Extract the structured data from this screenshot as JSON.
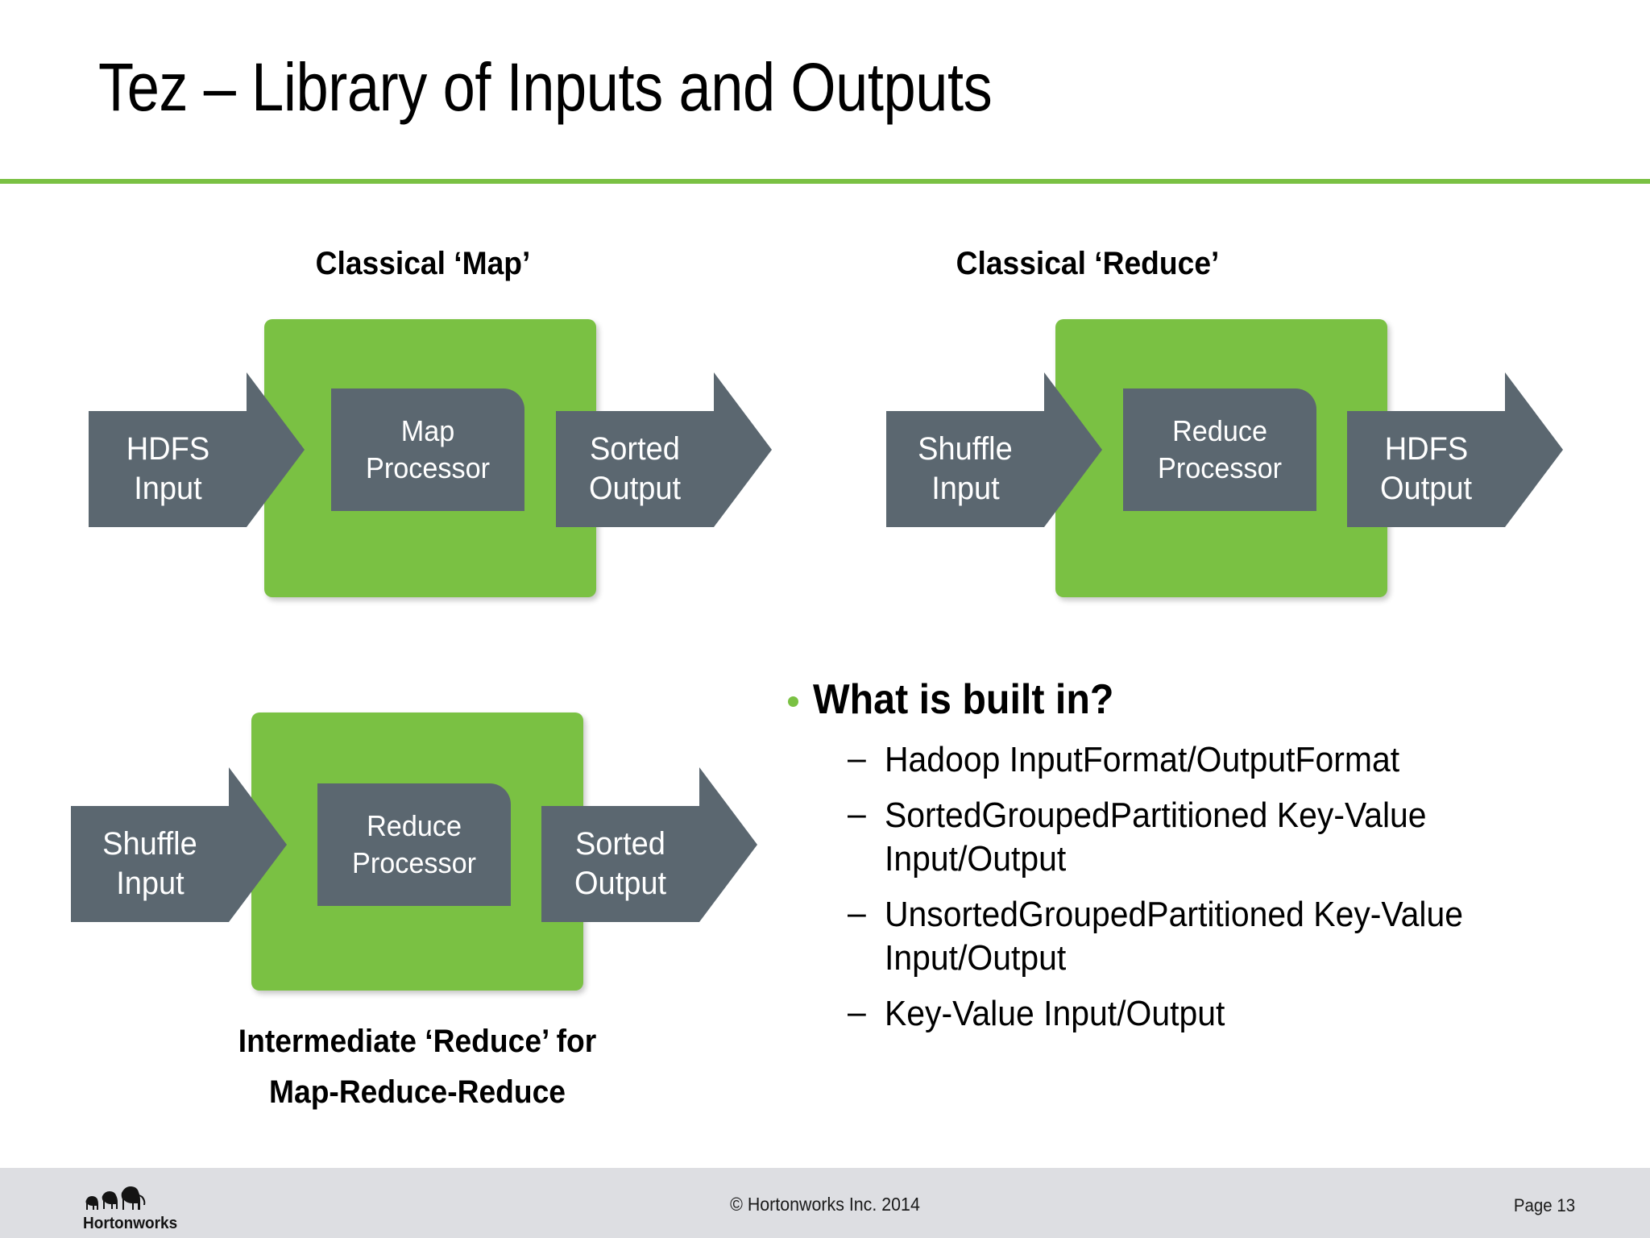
{
  "slide": {
    "title": "Tez – Library of Inputs and Outputs",
    "accent_green": "#7ac143",
    "box_gray": "#5b6770",
    "footer_bg": "#dddee2"
  },
  "diagrams": [
    {
      "id": "classical-map",
      "caption": "Classical ‘Map’",
      "input_arrow": {
        "line1": "HDFS",
        "line2": "Input"
      },
      "processor": {
        "line1": "Map",
        "line2": "Processor"
      },
      "output_arrow": {
        "line1": "Sorted",
        "line2": "Output"
      }
    },
    {
      "id": "classical-reduce",
      "caption": "Classical ‘Reduce’",
      "input_arrow": {
        "line1": "Shuffle",
        "line2": "Input"
      },
      "processor": {
        "line1": "Reduce",
        "line2": "Processor"
      },
      "output_arrow": {
        "line1": "HDFS",
        "line2": "Output"
      }
    },
    {
      "id": "intermediate-reduce",
      "caption_line1": "Intermediate ‘Reduce’ for",
      "caption_line2": "Map-Reduce-Reduce",
      "input_arrow": {
        "line1": "Shuffle",
        "line2": "Input"
      },
      "processor": {
        "line1": "Reduce",
        "line2": "Processor"
      },
      "output_arrow": {
        "line1": "Sorted",
        "line2": "Output"
      }
    }
  ],
  "builtin": {
    "heading": "What is built in?",
    "dash": "–",
    "items": [
      "Hadoop InputFormat/OutputFormat",
      "SortedGroupedPartitioned Key-Value Input/Output",
      "UnsortedGroupedPartitioned Key-Value Input/Output",
      "Key-Value Input/Output"
    ]
  },
  "footer": {
    "copyright": "© Hortonworks Inc. 2014",
    "page": "Page 13",
    "logo_wordmark": "Hortonworks"
  }
}
